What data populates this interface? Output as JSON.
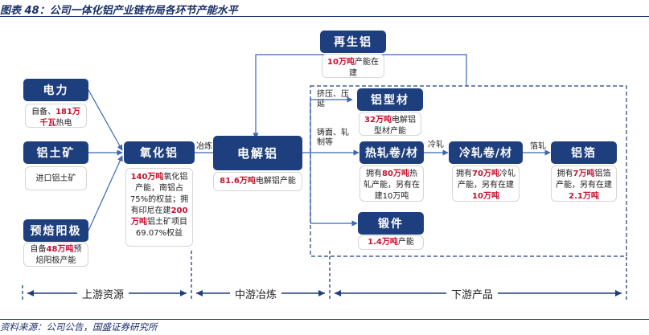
{
  "title": "图表 48：公司一体化铝产业链布局各环节产能水平",
  "source": "资料来源：公司公告，国盛证券研究所",
  "nodes": {
    "power": "电力",
    "bauxite": "铝土矿",
    "anode": "预焙阳极",
    "alumina": "氧化铝",
    "electrolytic": "电解铝",
    "recycled": "再生铝",
    "profile": "铝型材",
    "hot_roll": "热轧卷/材",
    "cold_roll": "冷轧卷/材",
    "foil": "铝箔",
    "forging": "锻件"
  },
  "notes": {
    "power": {
      "a": "自备、",
      "red": "181万千瓦",
      "b": "热电"
    },
    "bauxite": {
      "text": "进口铝土矿"
    },
    "anode": {
      "a": "自备",
      "red": "48万吨",
      "b": "预焙阳极产能"
    },
    "alumina": {
      "red1": "140万吨",
      "a": "氧化铝产能，南铝占75%的权益；拥有印尼在建",
      "red2": "200万吨",
      "b": "铝土矿项目69.07%权益"
    },
    "electrolytic": {
      "red": "81.6万吨",
      "b": "电解铝产能"
    },
    "recycled": {
      "red": "10万吨",
      "b": "产能在建"
    },
    "profile": {
      "red": "32万吨",
      "b": "电解铝型材产能"
    },
    "hot_roll": {
      "a": "拥有",
      "red": "80万吨",
      "b": "热轧产能，另有在建10万吨"
    },
    "cold_roll": {
      "a": "拥有",
      "red1": "70万吨",
      "b": "冷轧产能，另有在建",
      "red2": "10万吨"
    },
    "foil": {
      "a": "拥有",
      "red1": "7万吨",
      "b": "铝箔产能，另有在建",
      "red2": "2.1万吨"
    },
    "forging": {
      "red": "1.4万吨",
      "b": "产能"
    }
  },
  "edge_labels": {
    "smelting": "冶炼",
    "extrusion": "挤压、压延",
    "casting": "铸面、轧制等",
    "cold_rolling": "冷轧",
    "foil_rolling": "箔轧"
  },
  "segments": {
    "upstream": "上游资源",
    "midstream": "中游冶炼",
    "downstream": "下游产品"
  }
}
